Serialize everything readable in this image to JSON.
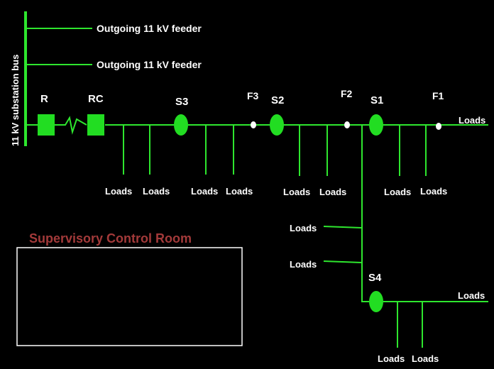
{
  "bus_label": "11 kV substation bus",
  "feeders": [
    "Outgoing 11 kV feeder",
    "Outgoing 11 kV feeder"
  ],
  "devices": {
    "recloser": "R",
    "remote_control": "RC",
    "switches": [
      "S3",
      "S2",
      "S1",
      "S4"
    ],
    "faults": [
      "F3",
      "F2",
      "F1"
    ]
  },
  "load_label": "Loads",
  "control_room": {
    "title": "Supervisory Control Room"
  },
  "colors": {
    "background": "#000000",
    "line": "#2ee62e",
    "device": "#22dd22",
    "text": "#ffffff",
    "control_room_title": "#a33a3a",
    "control_room_border": "#ffffff"
  }
}
